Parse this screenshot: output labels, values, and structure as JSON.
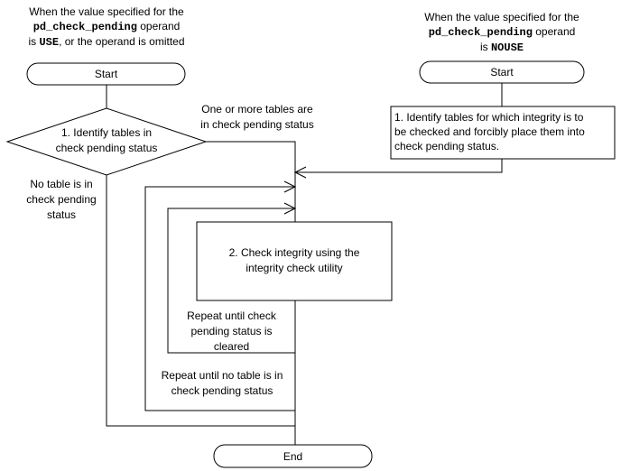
{
  "diagram": {
    "colors": {
      "line": "#000000",
      "background": "#ffffff",
      "text": "#000000"
    },
    "left_flow": {
      "header": {
        "line1": "When the value specified for the",
        "operand_code": "pd_check_pending",
        "line2_suffix": " operand",
        "line3_prefix": "is ",
        "value_code": "USE",
        "line3_suffix": ", or the operand is omitted"
      },
      "start_label": "Start",
      "decision": {
        "lines": [
          "1. Identify tables in",
          "check pending status"
        ]
      },
      "branch_pending": {
        "lines": [
          "One or more tables are",
          "in check pending status"
        ]
      },
      "branch_no_table": {
        "lines": [
          "No table is in",
          "check pending",
          "status"
        ]
      }
    },
    "right_flow": {
      "header": {
        "line1": "When the value specified for the",
        "operand_code": "pd_check_pending",
        "line2_suffix": " operand",
        "line3_prefix": "is ",
        "value_code": "NOUSE"
      },
      "start_label": "Start",
      "step1": {
        "lines": [
          "1. Identify tables for which integrity is to",
          "be checked and forcibly place them into",
          "check pending status."
        ]
      }
    },
    "step2": {
      "lines": [
        "2. Check integrity using the",
        "integrity check utility"
      ]
    },
    "loop_inner": {
      "lines": [
        "Repeat until check",
        "pending status is",
        "cleared"
      ]
    },
    "loop_outer": {
      "lines": [
        "Repeat until no table is in",
        "check pending status"
      ]
    },
    "end_label": "End"
  }
}
